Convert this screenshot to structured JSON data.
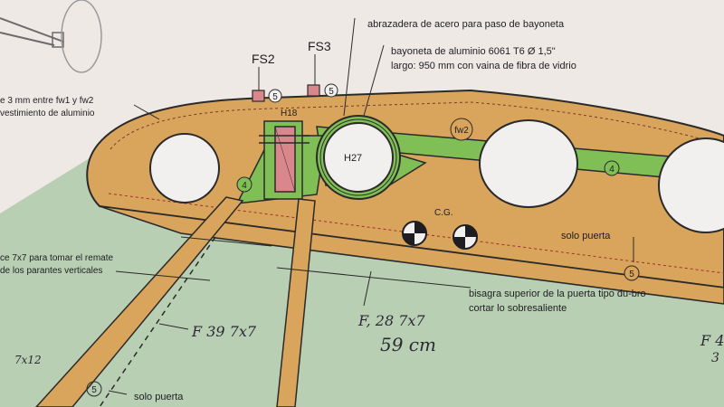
{
  "annotations": {
    "abrazadera": "abrazadera de acero para paso de bayoneta",
    "bayoneta_line1": "bayoneta de aluminio 6061 T6  Ø 1,5\"",
    "bayoneta_line2": "largo: 950 mm con vaina de fibra de vidrio",
    "left_note_line1": "e 3 mm entre fw1 y fw2",
    "left_note_line2": "vestimiento de aluminio",
    "left_mid_line1": "ce 7x7 para tomar el remate",
    "left_mid_line2": "de los parantes verticales",
    "bisagra_line1": "bisagra superior de la puerta tipo du-bro",
    "bisagra_line2": "cortar lo sobresaliente",
    "solo_puerta_right": "solo puerta",
    "solo_puerta_bottom": "solo puerta",
    "cg": "C.G."
  },
  "part_labels": {
    "fs2": "FS2",
    "fs3": "FS3",
    "h18": "H18",
    "h27": "H27",
    "fw2": "fw2",
    "num5_fs2": "5",
    "num5_fs3": "5",
    "num4_left": "4",
    "num4_right": "4",
    "num5_bottom_right": "5",
    "num5_bottom_left": "5"
  },
  "handwritten": {
    "f39": "F 39  7x7",
    "f28": "F, 28  7x7",
    "cm59": "59 cm",
    "f4_partial": "F 4",
    "three_partial": "3",
    "top_left_partial": "7x12"
  },
  "colors": {
    "paper": "#efe9e6",
    "wing_wood": "#d9a45c",
    "green": "#7fbf55",
    "green_light": "#8fca68",
    "pink": "#d9878c",
    "outline": "#2b2a2a"
  }
}
